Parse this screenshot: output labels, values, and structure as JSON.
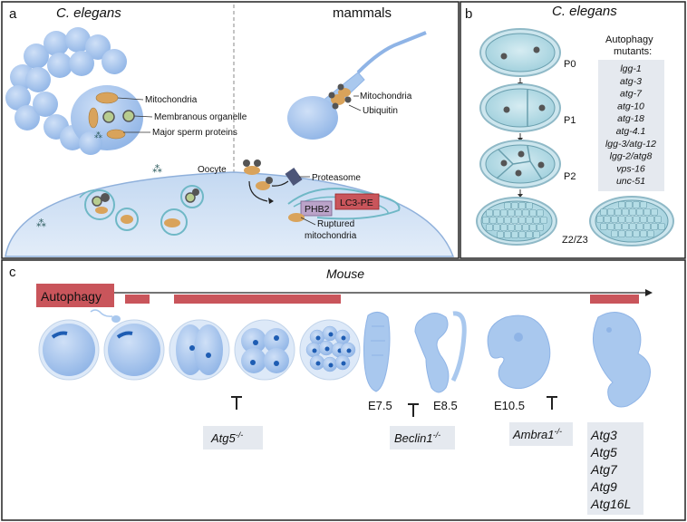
{
  "panel_a": {
    "letter": "a",
    "left_title": "C. elegans",
    "right_title": "mammals",
    "labels": {
      "mitochondria_left": "Mitochondria",
      "membranous_organelle": "Membranous organelle",
      "major_sperm_proteins": "Major sperm proteins",
      "mitochondria_right": "Mitochondria",
      "ubiquitin": "Ubiquitin",
      "oocyte": "Oocyte",
      "proteasome": "Proteasome",
      "lc3pe": "LC3-PE",
      "phb2": "PHB2",
      "ruptured_1": "Ruptured",
      "ruptured_2": "mitochondria"
    }
  },
  "panel_b": {
    "letter": "b",
    "title": "C. elegans",
    "stages": [
      "P0",
      "P1",
      "P2",
      "Z2/Z3"
    ],
    "mutants_title_1": "Autophagy",
    "mutants_title_2": "mutants:",
    "mutants": [
      "lgg-1",
      "atg-3",
      "atg-7",
      "atg-10",
      "atg-18",
      "atg-4.1",
      "lgg-3/atg-12",
      "lgg-2/atg8",
      "vps-16",
      "unc-51"
    ]
  },
  "panel_c": {
    "letter": "c",
    "title": "Mouse",
    "autophagy_label": "Autophagy",
    "stages": [
      "E7.5",
      "E8.5",
      "E10.5"
    ],
    "knockouts": {
      "atg5": "Atg5",
      "beclin1": "Beclin1",
      "ambra1": "Ambra1",
      "superscript": "-/-"
    },
    "neonatal_genes": [
      "Atg3",
      "Atg5",
      "Atg7",
      "Atg9",
      "Atg16L"
    ]
  },
  "colors": {
    "cell_blue": "#a9c8ee",
    "cell_blue_dark": "#7fa9df",
    "embryo_teal": "#bfe3ea",
    "autophagy_red": "#c9555b",
    "label_bg": "#e5e9ef",
    "mito_orange": "#d9a35b"
  }
}
